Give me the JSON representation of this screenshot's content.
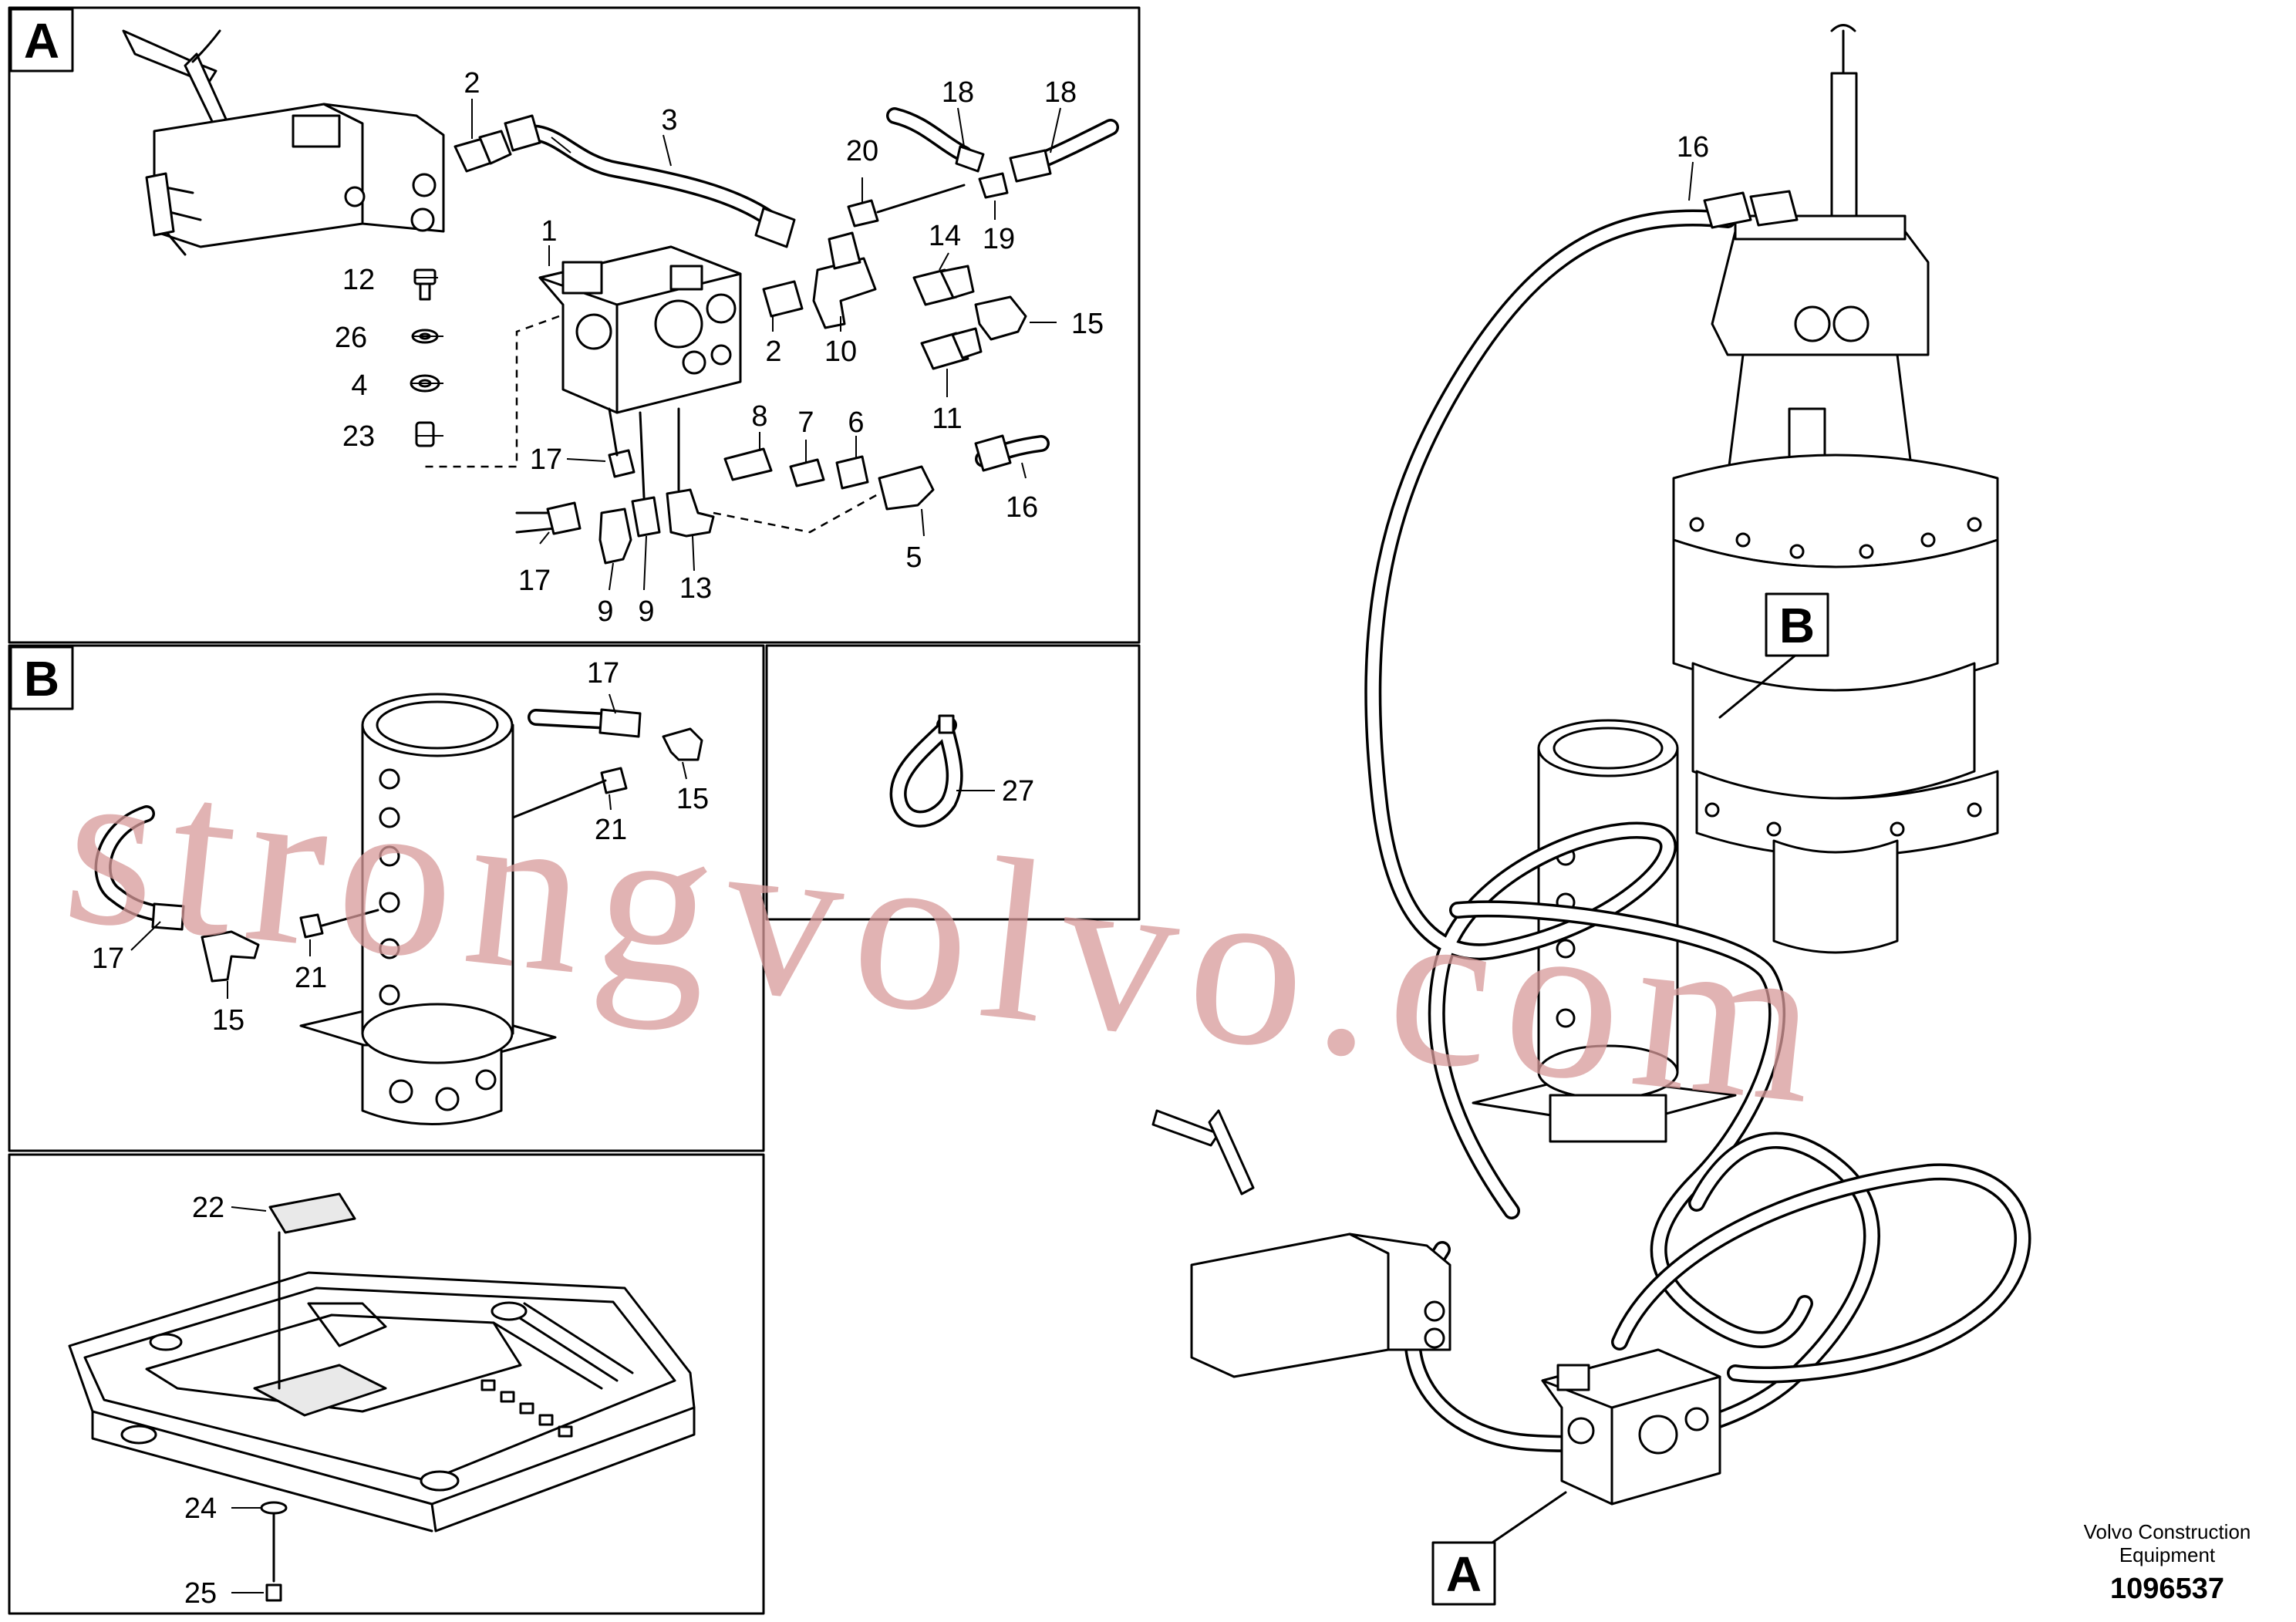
{
  "panels": {
    "A": {
      "label": "A"
    },
    "B": {
      "label": "B"
    }
  },
  "callouts": {
    "A": {
      "label": "A"
    },
    "B": {
      "label": "B"
    }
  },
  "parts": {
    "p1": "1",
    "p2a": "2",
    "p2b": "2",
    "p3": "3",
    "p4": "4",
    "p5": "5",
    "p6": "6",
    "p7": "7",
    "p8": "8",
    "p9a": "9",
    "p9b": "9",
    "p10": "10",
    "p11": "11",
    "p12": "12",
    "p13": "13",
    "p14": "14",
    "p15a": "15",
    "p15b": "15",
    "p15c": "15",
    "p16a": "16",
    "p16b": "16",
    "p17a": "17",
    "p17b": "17",
    "p17c": "17",
    "p17d": "17",
    "p18a": "18",
    "p18b": "18",
    "p19": "19",
    "p20": "20",
    "p21a": "21",
    "p21b": "21",
    "p22": "22",
    "p23": "23",
    "p24": "24",
    "p25": "25",
    "p26": "26",
    "p27": "27"
  },
  "watermark": "strongvolvo.com",
  "footer": {
    "company_line1": "Volvo Construction",
    "company_line2": "Equipment",
    "drawing_number": "1096537"
  }
}
